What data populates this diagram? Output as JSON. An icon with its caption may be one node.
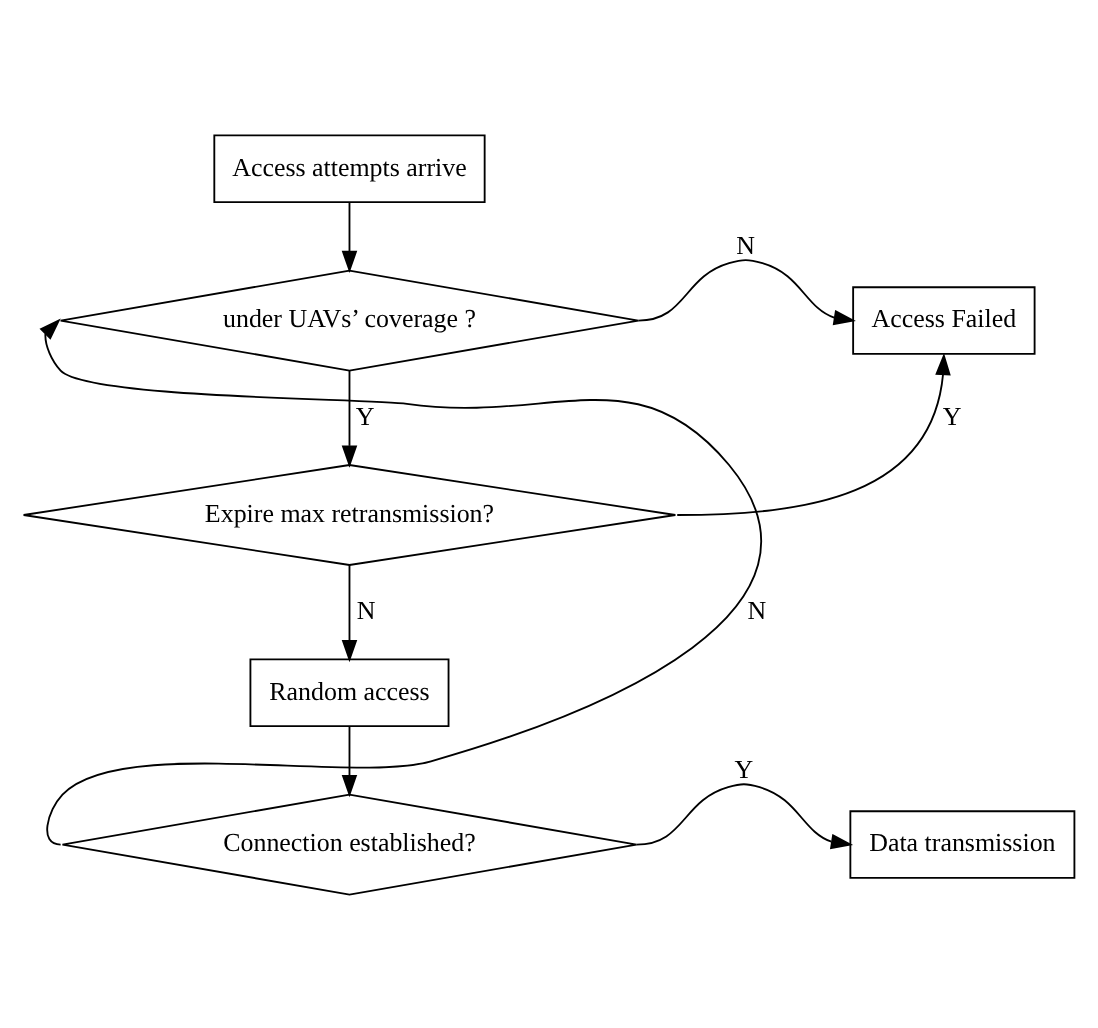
{
  "diagram": {
    "nodes": [
      {
        "text": [
          "Access attempts arrive"
        ]
      },
      {
        "text": [
          "under UAVs’ coverage ?"
        ]
      },
      {
        "text": [
          "Access Failed"
        ]
      },
      {
        "text": [
          "Expire max retransmission?"
        ]
      },
      {
        "text": [
          "Random access"
        ]
      },
      {
        "text": [
          "Connection established?"
        ]
      },
      {
        "text": [
          "Data transmission"
        ]
      }
    ],
    "edges": [
      {
        "from": 0,
        "to": 1,
        "arrow": "to"
      },
      {
        "from": 1,
        "to": 2,
        "arrow": "to",
        "label": "N"
      },
      {
        "from": 1,
        "to": 3,
        "arrow": "to",
        "label": "Y"
      },
      {
        "from": 3,
        "to": 2,
        "arrow": "to",
        "label": "Y"
      },
      {
        "from": 3,
        "to": 4,
        "arrow": "to",
        "label": "N"
      },
      {
        "from": 4,
        "to": 5,
        "arrow": "to"
      },
      {
        "from": 5,
        "to": 6,
        "arrow": "to",
        "label": "Y"
      },
      {
        "from": 5,
        "to": 1,
        "arrow": "to",
        "label": "N"
      }
    ]
  }
}
